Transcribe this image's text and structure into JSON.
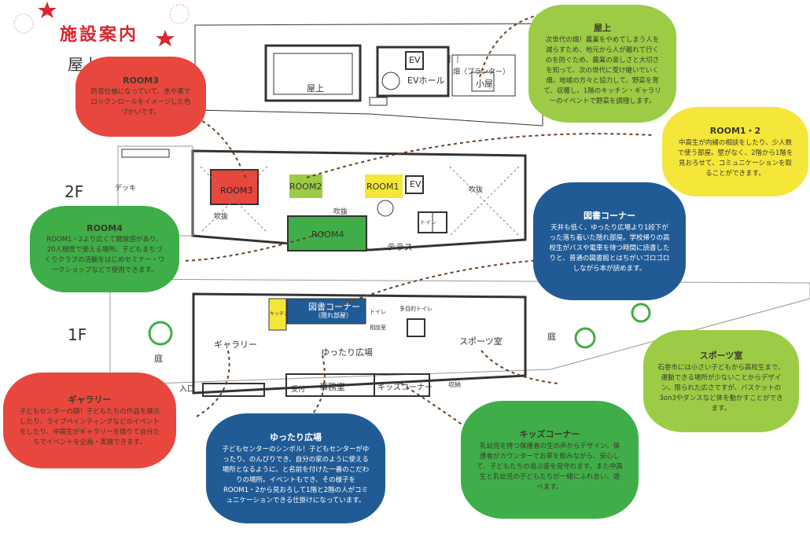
{
  "title": "施設案内",
  "floors": {
    "roof": "屋上",
    "second": "2F",
    "first": "1F"
  },
  "rooms": {
    "rooftop": "屋上",
    "ev_hall": "EVホール",
    "ev": "EV",
    "field": "畑（プランター）",
    "shed": "小屋",
    "room3": "ROOM3",
    "room2": "ROOM2",
    "room1": "ROOM1",
    "room4": "ROOM4",
    "atrium": "吹抜",
    "deck": "デッキ",
    "terrace": "テラス",
    "toilet": "トイレ",
    "library": "図書コーナー",
    "library_sub": "（隠れ部屋）",
    "kitchen": "キッチン",
    "gallery": "ギャラリー",
    "plaza": "ゆったり広場",
    "office": "事務室",
    "reception": "受付",
    "kids": "キッズコーナー",
    "sports": "スポーツ室",
    "garden": "庭",
    "entrance": "入口",
    "storage": "収納",
    "consult": "相談室",
    "multi_toilet": "多目的トイレ"
  },
  "clouds": {
    "rooftop": {
      "title": "屋上",
      "body": "次世代の畑！農業をやめてしまう人を減らすため、地元から人が離れて行くのを防ぐため、農業の楽しさと大切さを知って、次の世代に受け継いでいく畑。地域の方々と協力して、野菜を育て、収穫し、1階のキッチン・ギャラリーのイベントで野菜を調理します。",
      "color": "#9ccc45"
    },
    "room3": {
      "title": "ROOM3",
      "body": "防音仕様になっていて、赤や黒でロックンロールをイメージした色づかいです。",
      "color": "#e8473e"
    },
    "room12": {
      "title": "ROOM1・2",
      "body": "中高生が内緒の相談をしたり、少人数で使う部屋。壁がなく、2階から1階を見おろせて、コミュニケーションを取ることができます。",
      "color": "#f5e63a"
    },
    "room4": {
      "title": "ROOM4",
      "body": "ROOM1・2より広くて開放感があり、20人程度で使える場所。子どもまちづくりクラブの活動をはじめセミナー・ワークショップなどで使用できます。",
      "color": "#3fae48"
    },
    "library": {
      "title": "図書コーナー",
      "body": "天井も低く、ゆったり広場より1段下がった落ち着いた隠れ部屋。学校帰りの高校生がバスや電車を待つ時間に読書したりと、普通の図書館とはちがいゴロゴロしながら本が読めます。",
      "color": "#215b96"
    },
    "sports": {
      "title": "スポーツ室",
      "body": "石巻市には小さい子どもから高校生まで、運動できる場所が少ないことからデザイン。限られた広さですが、バスケットの3on3やダンスなど体を動かすことができます。",
      "color": "#9ccc45"
    },
    "gallery": {
      "title": "ギャラリー",
      "body": "子どもセンターの顔！子どもたちの作品を展示したり、ライブペインティングなどのイベントをしたり、中高生がギャラリーを借りて自分たちでイベントを企画・実施できます。",
      "color": "#e8473e"
    },
    "plaza": {
      "title": "ゆったり広場",
      "body": "子どもセンターのシンボル！子どもセンターがゆったり、のんびりでき、自分の家のように使える場所となるように、と名前を付けた一番のこだわりの場所。イベントもでき、その様子をROOM1・2から見おろして1階と2階の人がコミュニケーションできる仕掛けになっています。",
      "color": "#215b96"
    },
    "kids": {
      "title": "キッズコーナー",
      "body": "乳幼児を持つ保護者の生の声からデザイン。保護者がカウンターでお茶を飲みながら、安心して、子どもたちの遊ぶ姿を見守れます。また中高生と乳幼児の子どもたちが一緒にふれ合い、遊べます。",
      "color": "#3fae48"
    }
  }
}
